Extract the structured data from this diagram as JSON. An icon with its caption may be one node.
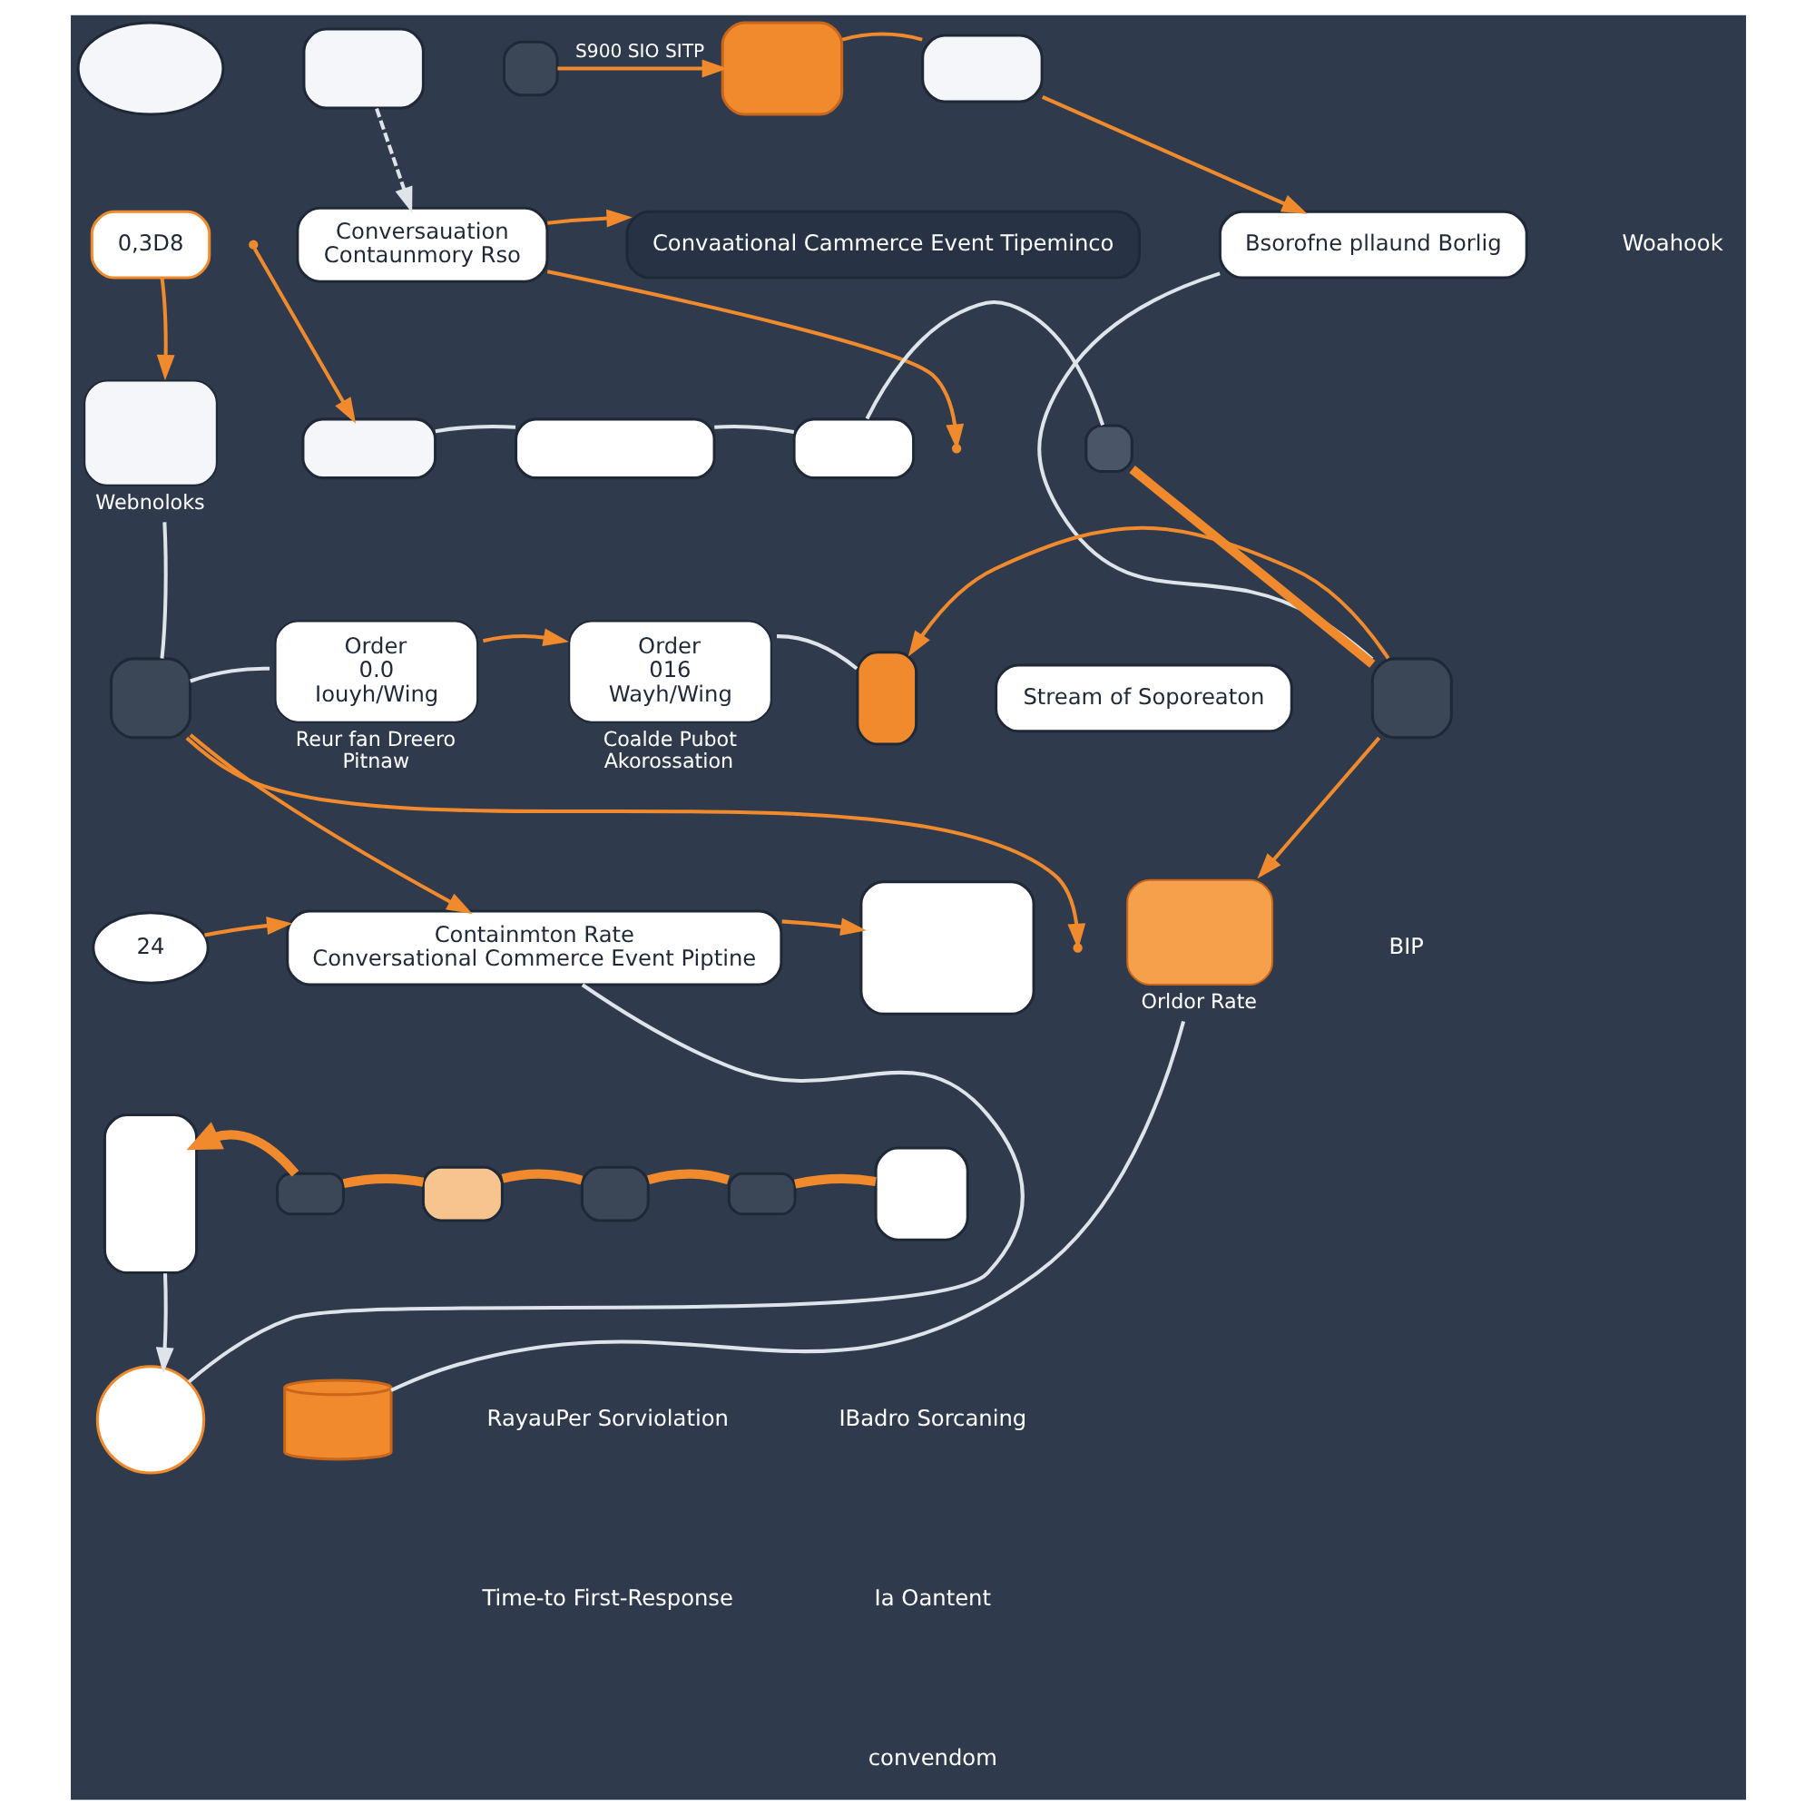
{
  "diagram": {
    "nodes": [
      {
        "text": [],
        "shape": "cloud"
      },
      {
        "text": [],
        "shape": "box"
      },
      {
        "text": [],
        "shape": "box"
      },
      {
        "text": [],
        "shape": "box"
      },
      {
        "text": [],
        "shape": "box"
      },
      {
        "text": [
          "0,3D8"
        ]
      },
      {
        "text": [
          "Conversauation",
          "Contaunmory Rso"
        ]
      },
      {
        "text": [
          "Convaational Cammerce Event Tipeminco"
        ]
      },
      {
        "text": [
          "Bsorofne pllaund Borlig"
        ]
      },
      {
        "text": [],
        "shape": "box",
        "beside": [
          "Webnoloks"
        ]
      },
      {
        "text": [],
        "shape": "box"
      },
      {
        "text": [],
        "shape": "box"
      },
      {
        "text": [],
        "shape": "box"
      },
      {
        "text": [],
        "shape": "box"
      },
      {
        "text": [],
        "shape": "box"
      },
      {
        "text": [
          "Order",
          "0.0",
          "Iouyh/Wing"
        ],
        "beside": [
          "Reur fan Dreero Pitnaw"
        ]
      },
      {
        "text": [
          "Order",
          "016",
          "Wayh/Wing"
        ],
        "beside": [
          "Coalde Pubot Akorossation"
        ]
      },
      {
        "text": [],
        "shape": "box"
      },
      {
        "text": [
          "Stream of Soporeaton"
        ]
      },
      {
        "text": [],
        "shape": "box"
      },
      {
        "text": [
          "24"
        ]
      },
      {
        "text": [
          "Containmton Rate",
          "Conversational Commerce Event Piptine"
        ]
      },
      {
        "text": [],
        "shape": "box"
      },
      {
        "text": [],
        "shape": "box",
        "beside": [
          "Orldor Rate"
        ]
      },
      {
        "text": [],
        "shape": "box"
      },
      {
        "text": [],
        "shape": "box"
      },
      {
        "text": [],
        "shape": "box"
      },
      {
        "text": [],
        "shape": "box"
      },
      {
        "text": [],
        "shape": "box"
      },
      {
        "text": [],
        "shape": "box"
      },
      {
        "text": [],
        "shape": "circle"
      },
      {
        "text": [],
        "shape": "cylinder"
      }
    ],
    "edges": [
      {
        "from": 2,
        "to": 3,
        "arrow": "to",
        "label": "S900 SIO SITP"
      },
      {
        "from": 3,
        "to": 4,
        "arrow": "none"
      },
      {
        "from": 1,
        "to": 6,
        "arrow": "to",
        "style": "dashed",
        "color": "#dfe4ea"
      },
      {
        "from": 6,
        "to": 7,
        "arrow": "to"
      },
      {
        "from": 6,
        "to": null,
        "arrow": "to"
      },
      {
        "from": 4,
        "to": 8,
        "arrow": "to"
      },
      {
        "from": 5,
        "to": 9,
        "arrow": "to"
      },
      {
        "from": null,
        "to": 10,
        "arrow": "to"
      },
      {
        "from": 10,
        "to": 11,
        "arrow": "none",
        "color": "#dfe4ea"
      },
      {
        "from": 11,
        "to": 12,
        "arrow": "none",
        "color": "#dfe4ea"
      },
      {
        "from": 12,
        "to": 13,
        "arrow": "none",
        "color": "#dfe4ea"
      },
      {
        "from": 13,
        "to": 19,
        "arrow": "none",
        "style": "thick"
      },
      {
        "from": 8,
        "to": 19,
        "arrow": "none",
        "color": "#dfe4ea"
      },
      {
        "from": 19,
        "to": 17,
        "arrow": "to"
      },
      {
        "from": 19,
        "to": 23,
        "arrow": "to"
      },
      {
        "from": 9,
        "to": 14,
        "arrow": "none",
        "color": "#dfe4ea"
      },
      {
        "from": 14,
        "to": null,
        "arrow": "to"
      },
      {
        "from": 14,
        "to": 15,
        "arrow": "none",
        "color": "#dfe4ea"
      },
      {
        "from": 15,
        "to": 16,
        "arrow": "to"
      },
      {
        "from": 16,
        "to": 17,
        "arrow": "none",
        "color": "#dfe4ea"
      },
      {
        "from": 14,
        "to": 21,
        "arrow": "to"
      },
      {
        "from": 20,
        "to": 21,
        "arrow": "to"
      },
      {
        "from": 21,
        "to": 22,
        "arrow": "to"
      },
      {
        "from": 25,
        "to": 24,
        "arrow": "to",
        "style": "thick"
      },
      {
        "from": 25,
        "to": 26,
        "arrow": "none",
        "style": "thick"
      },
      {
        "from": 26,
        "to": 27,
        "arrow": "none",
        "style": "thick"
      },
      {
        "from": 27,
        "to": 28,
        "arrow": "none",
        "style": "thick"
      },
      {
        "from": 28,
        "to": 29,
        "arrow": "none",
        "style": "thick"
      },
      {
        "from": 24,
        "to": 30,
        "arrow": "to",
        "color": "#dfe4ea"
      },
      {
        "from": 30,
        "to": 21,
        "arrow": "none",
        "color": "#dfe4ea"
      },
      {
        "from": 31,
        "to": 23,
        "arrow": "none",
        "color": "#dfe4ea"
      }
    ],
    "labels": [
      "Woahook",
      "BIP",
      "RayauPer Sorviolation",
      "Time-to First-Response",
      "IBadro Sorcaning",
      "Ia Oantent",
      "convendom"
    ]
  }
}
